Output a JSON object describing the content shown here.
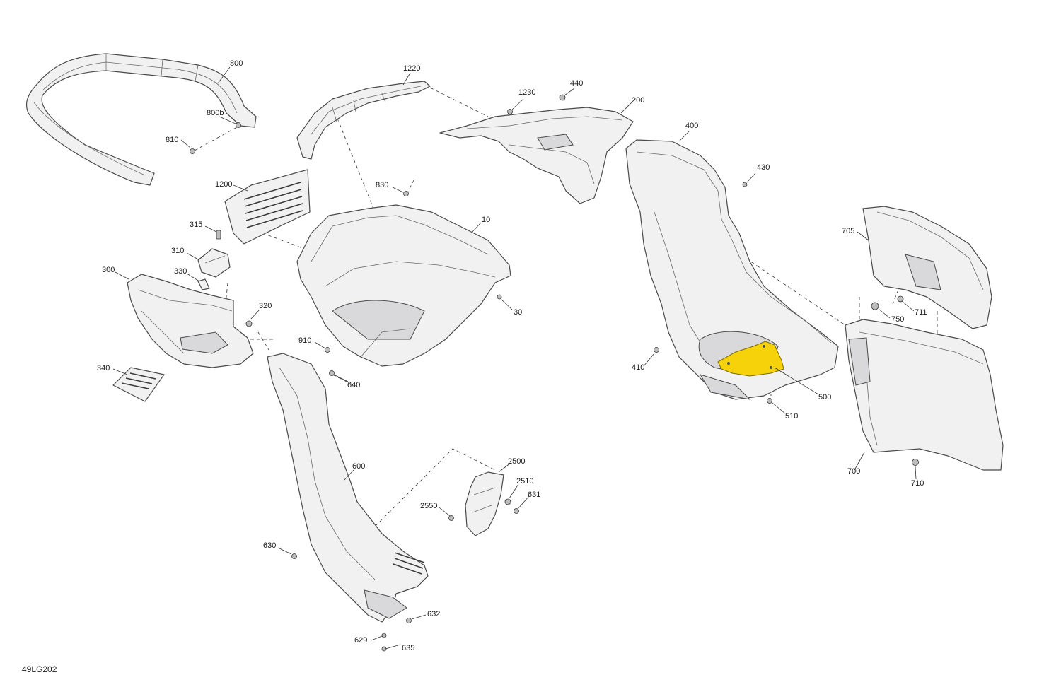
{
  "diagram": {
    "doc_code": "49LG202",
    "highlight_color": "#f5d20a",
    "callouts": {
      "c800": "800",
      "c800b": "800b",
      "c810": "810",
      "c1220": "1220",
      "c1230": "1230",
      "c440": "440",
      "c200": "200",
      "c400": "400",
      "c430": "430",
      "c1200": "1200",
      "c830": "830",
      "c10": "10",
      "c315": "315",
      "c310": "310",
      "c300": "300",
      "c330": "330",
      "c320": "320",
      "c30": "30",
      "c910": "910",
      "c340": "340",
      "c640": "640",
      "c600": "600",
      "c2500": "2500",
      "c2510": "2510",
      "c631": "631",
      "c2550": "2550",
      "c630": "630",
      "c632": "632",
      "c629": "629",
      "c635": "635",
      "c705": "705",
      "c711": "711",
      "c750": "750",
      "c410": "410",
      "c500": "500",
      "c510": "510",
      "c700": "700",
      "c710": "710"
    }
  }
}
